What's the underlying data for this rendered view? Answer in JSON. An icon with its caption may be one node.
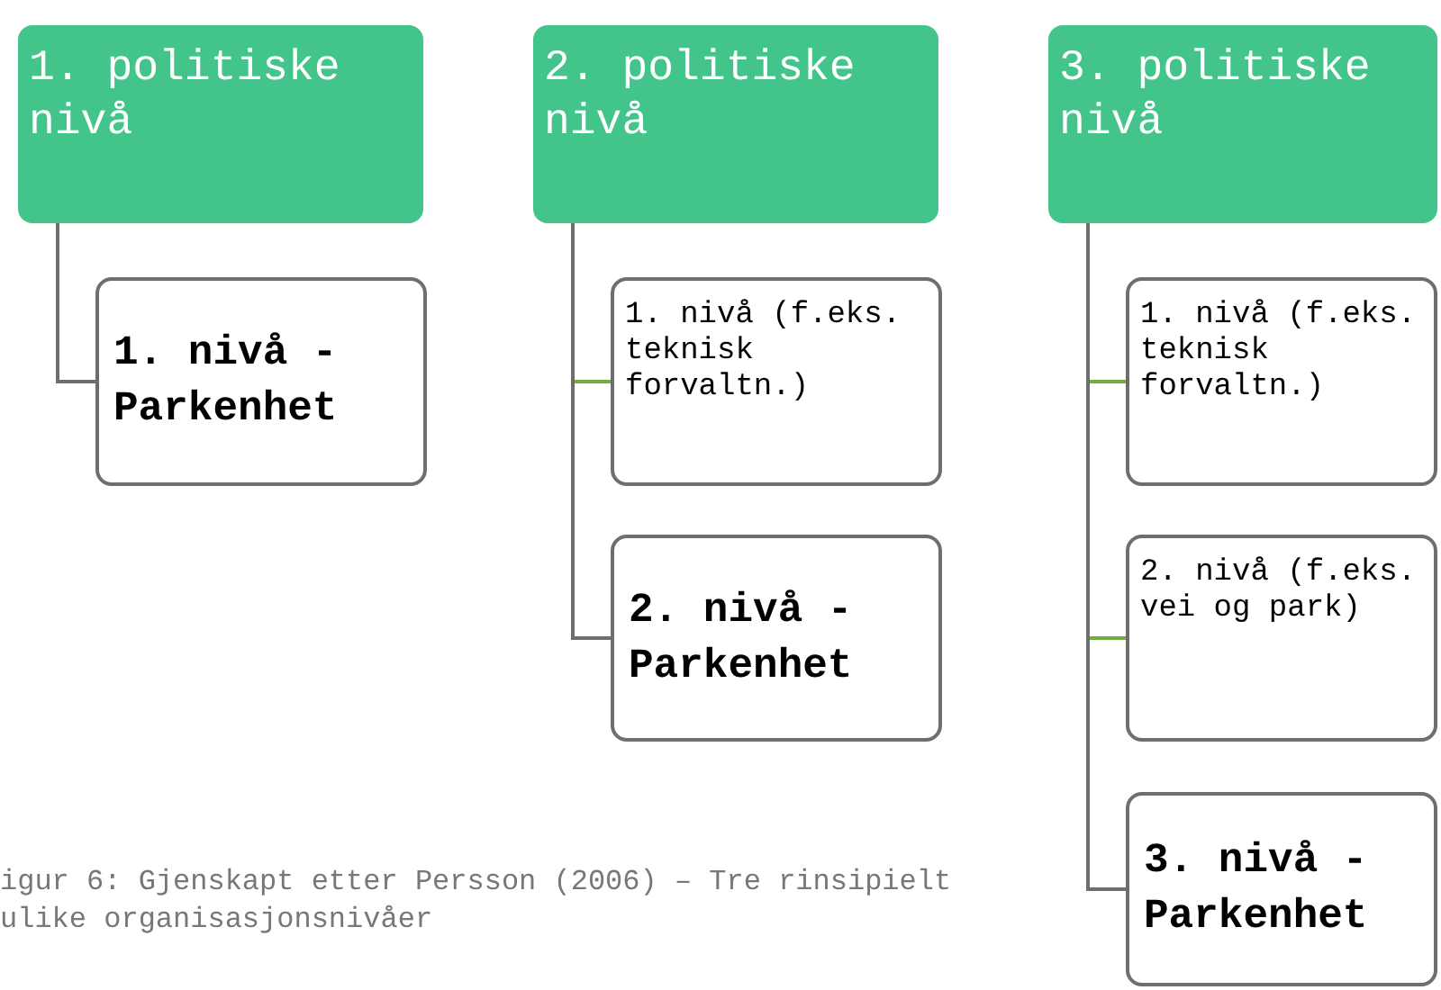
{
  "diagram": {
    "caption": "igur 6: Gjenskapt etter Persson (2006) – Tre rinsipielt ulike organisasjonsnivåer",
    "nodes": [
      {
        "text": [
          "1. politiske nivå"
        ]
      },
      {
        "text": [
          "1. nivå - Parkenhet"
        ]
      },
      {
        "text": [
          "2. politiske nivå"
        ]
      },
      {
        "text": [
          "1. nivå (f.eks. teknisk forvaltn.)"
        ]
      },
      {
        "text": [
          "2. nivå - Parkenhet"
        ]
      },
      {
        "text": [
          "3. politiske nivå"
        ]
      },
      {
        "text": [
          "1. nivå (f.eks. teknisk forvaltn.)"
        ]
      },
      {
        "text": [
          "2. nivå (f.eks. vei og park)"
        ]
      },
      {
        "text": [
          "3. nivå - Parkenhet"
        ]
      }
    ],
    "edges": [
      {
        "from": 0,
        "to": 1,
        "arrow": "none"
      },
      {
        "from": 2,
        "to": 3,
        "arrow": "none",
        "color": "#70ad47"
      },
      {
        "from": 2,
        "to": 4,
        "arrow": "none"
      },
      {
        "from": 5,
        "to": 6,
        "arrow": "none",
        "color": "#70ad47"
      },
      {
        "from": 5,
        "to": 7,
        "arrow": "none",
        "color": "#70ad47"
      },
      {
        "from": 5,
        "to": 8,
        "arrow": "none"
      }
    ]
  }
}
